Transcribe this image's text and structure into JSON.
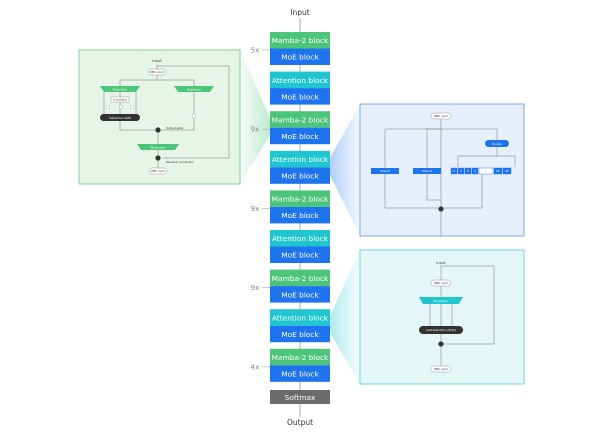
{
  "diagram": {
    "input_label": "Input",
    "output_label": "Output",
    "softmax_label": "Softmax",
    "stack": [
      {
        "type": "mamba",
        "top": "Mamba-2 block",
        "bottom": "MoE block",
        "repeat": "5x"
      },
      {
        "type": "attention",
        "top": "Attention block",
        "bottom": "MoE block",
        "repeat": ""
      },
      {
        "type": "mamba",
        "top": "Mamba-2 block",
        "bottom": "MoE block",
        "repeat": "9x"
      },
      {
        "type": "attention",
        "top": "Attention block",
        "bottom": "MoE block",
        "repeat": ""
      },
      {
        "type": "mamba",
        "top": "Mamba-2 block",
        "bottom": "MoE block",
        "repeat": "9x"
      },
      {
        "type": "attention",
        "top": "Attention block",
        "bottom": "MoE block",
        "repeat": ""
      },
      {
        "type": "mamba",
        "top": "Mamba-2 block",
        "bottom": "MoE block",
        "repeat": "9x"
      },
      {
        "type": "attention",
        "top": "Attention block",
        "bottom": "MoE block",
        "repeat": ""
      },
      {
        "type": "mamba",
        "top": "Mamba-2 block",
        "bottom": "MoE block",
        "repeat": "4x"
      }
    ],
    "mamba_detail": {
      "input": "Input",
      "norm_top": "RMS norm",
      "projection_left": "Projection",
      "projection_right": "Projection",
      "convolution": "Convolution",
      "selective": "Selective SSM",
      "output_gate": "Output gate",
      "projection_out": "Projection",
      "residual": "Residual connection",
      "norm_bottom": "RMS norm"
    },
    "moe_detail": {
      "norm": "RMS norm",
      "router": "Router",
      "shared_1": "Shared",
      "shared_2": "Shared",
      "experts": [
        "0",
        "1",
        "2",
        "3",
        "...",
        "62",
        "63"
      ]
    },
    "attn_detail": {
      "input": "Input",
      "norm_top": "RMS norm",
      "projection": "Projection",
      "self_attention": "Self attention (SDA)",
      "norm_bottom": "RMS norm"
    }
  },
  "colors": {
    "mamba_top": "#4cc47a",
    "attention_top": "#1fc6cf",
    "moe_bottom": "#1e73ee",
    "softmax": "#6b6b6b",
    "mamba_panel": "#e6f5e7",
    "moe_panel": "#e7effb",
    "attn_panel": "#e5f6f7"
  }
}
